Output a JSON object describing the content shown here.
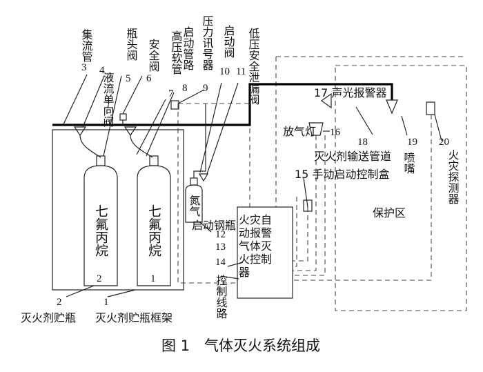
{
  "diagram": {
    "caption": "图 1　气体灭火系统组成",
    "cylinder_text": "七氟丙烷",
    "labels": {
      "jiliuguan": "集流管",
      "n3": "3",
      "yeliu_danxiang_fa": "液流单向阀",
      "n4": "4",
      "pingtou_fa": "瓶头阀",
      "n5": "5",
      "anquan_fa": "安全阀",
      "n6": "6",
      "gaoya_ruanguan": "高压软管",
      "n7": "7",
      "qidong_guanlu": "启动管路",
      "n8": "8",
      "yali_xunhaoqi": "压力讯号器",
      "n9": "9",
      "qidong_fa": "启动阀",
      "n10": "10",
      "n11": "11",
      "diya_anquan_xielou_fa": "低压安全泄漏阀",
      "shengguang_baojingqi": "17 声光报警器",
      "fangqideng": "放气灯",
      "n16": "16",
      "n18": "18",
      "shusong_guandao": "灭火剂输送管道",
      "penzui": "喷嘴",
      "n19": "19",
      "shoudong_qidong_he": "15 手动启动控制盒",
      "n20": "20",
      "huozai_tanceqi": "火灾探测器",
      "baohuqu": "保护区",
      "danqi": "氮气",
      "qidong_gangping": "启动钢瓶",
      "n12": "12",
      "n13": "13",
      "kongzhiqi": "火灾自动报警气体灭火控制器",
      "n14": "14",
      "kongzhi_xianlu": "控制线路",
      "cyl2_num": "2",
      "cyl1_num": "1",
      "n2": "2",
      "n1": "1",
      "miehuoji_zhuping": "灭火剂贮瓶",
      "zhuping_kuangjia": "灭火剂贮瓶框架"
    }
  }
}
